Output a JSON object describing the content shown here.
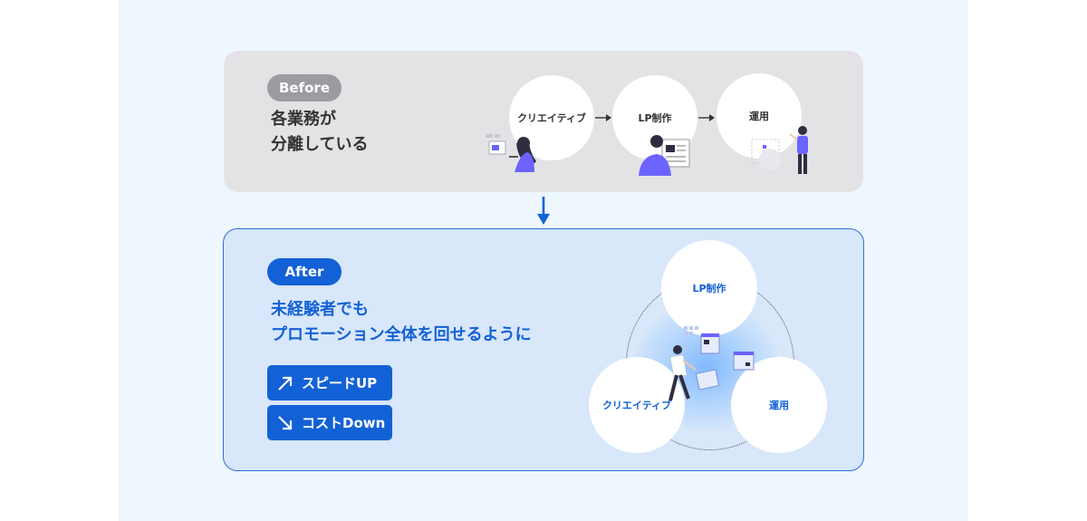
{
  "before": {
    "badge": "Before",
    "heading_line1": "各業務が",
    "heading_line2": "分離している",
    "steps": [
      "クリエイティブ",
      "LP制作",
      "運用"
    ]
  },
  "after": {
    "badge": "After",
    "heading_line1": "未経験者でも",
    "heading_line2": "プロモーション全体を回せるように",
    "buttons": [
      {
        "label": "スピードUP",
        "icon": "arrow-up-right-icon"
      },
      {
        "label": "コストDown",
        "icon": "arrow-down-right-icon"
      }
    ],
    "cycle": [
      "LP制作",
      "クリエイティブ",
      "運用"
    ]
  },
  "colors": {
    "accent": "#1361d6",
    "before_panel": "#e3e3e6",
    "after_panel": "#d8e7fa",
    "figure_purple": "#6c63ff"
  }
}
